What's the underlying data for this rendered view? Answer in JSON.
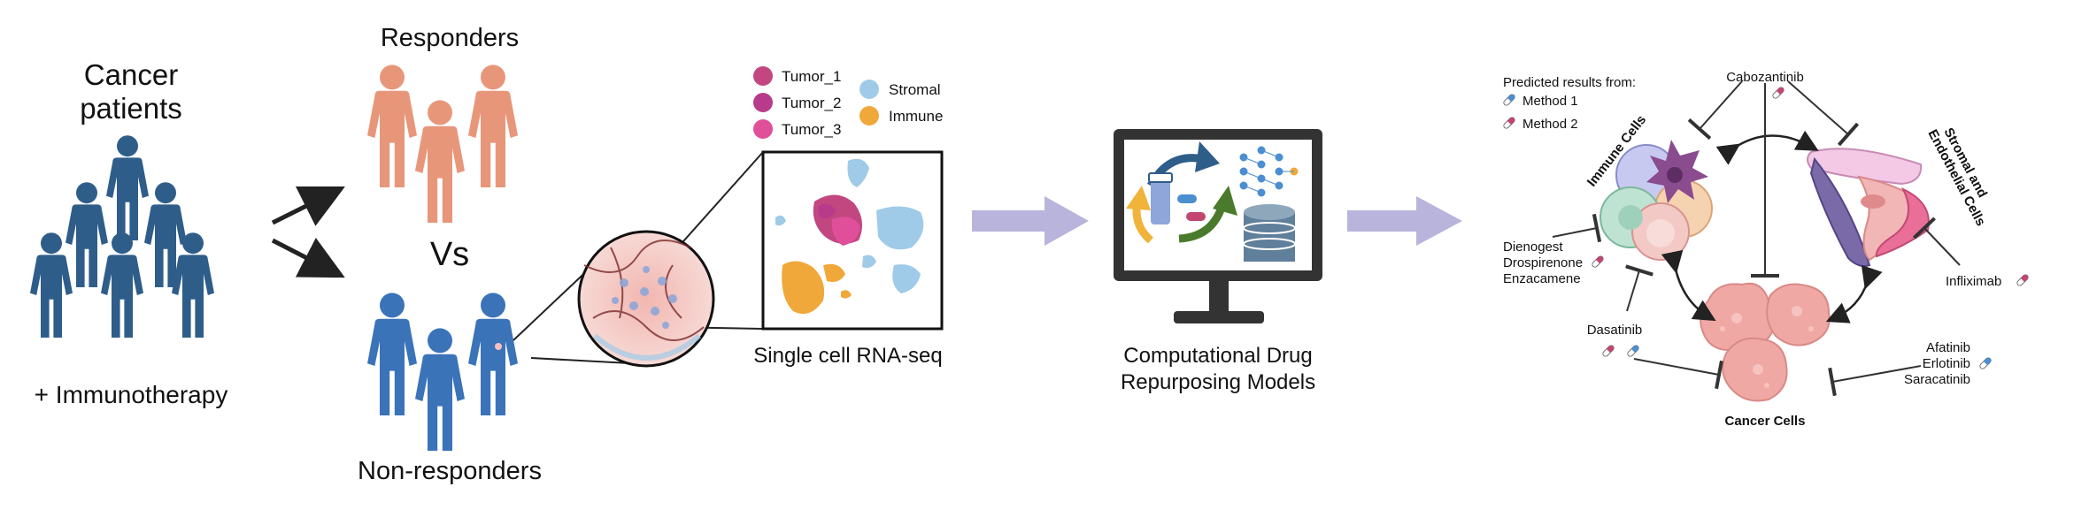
{
  "patients": {
    "title_line1": "Cancer",
    "title_line2": "patients",
    "treatment": "+ Immunotherapy"
  },
  "groups": {
    "responders": "Responders",
    "versus": "Vs",
    "non_responders": "Non-responders"
  },
  "scrna": {
    "legend": [
      "Tumor_1",
      "Tumor_2",
      "Tumor_3",
      "Stromal",
      "Immune"
    ],
    "legend_colors": [
      "#c2467f",
      "#b83a8a",
      "#e04f9a",
      "#9fcbe8",
      "#f0a83a"
    ],
    "caption": "Single cell RNA-seq"
  },
  "models": {
    "caption_line1": "Computational Drug",
    "caption_line2": "Repurposing Models"
  },
  "results": {
    "legend_title": "Predicted results from:",
    "method1": "Method 1",
    "method2": "Method 2",
    "immune_cells": "Immune Cells",
    "stromal_line1": "Stromal and",
    "stromal_line2": "Endothelial Cells",
    "cancer_cells": "Cancer Cells",
    "drugs": {
      "cabozantinib": "Cabozantinib",
      "dienogest": "Dienogest",
      "drospirenone": "Drospirenone",
      "enzacamene": "Enzacamene",
      "infliximab": "Infliximab",
      "dasatinib": "Dasatinib",
      "afatinib": "Afatinib",
      "erlotinib": "Erlotinib",
      "saracatinib": "Saracatinib"
    }
  },
  "colors": {
    "patient_blue": "#2f5d8a",
    "responder_orange": "#e8967a",
    "nonresponder_blue": "#3b73b9",
    "flow_arrow": "#b8b4dc",
    "method1_pill": "#4b8fd0",
    "method2_pill": "#c2466e"
  }
}
